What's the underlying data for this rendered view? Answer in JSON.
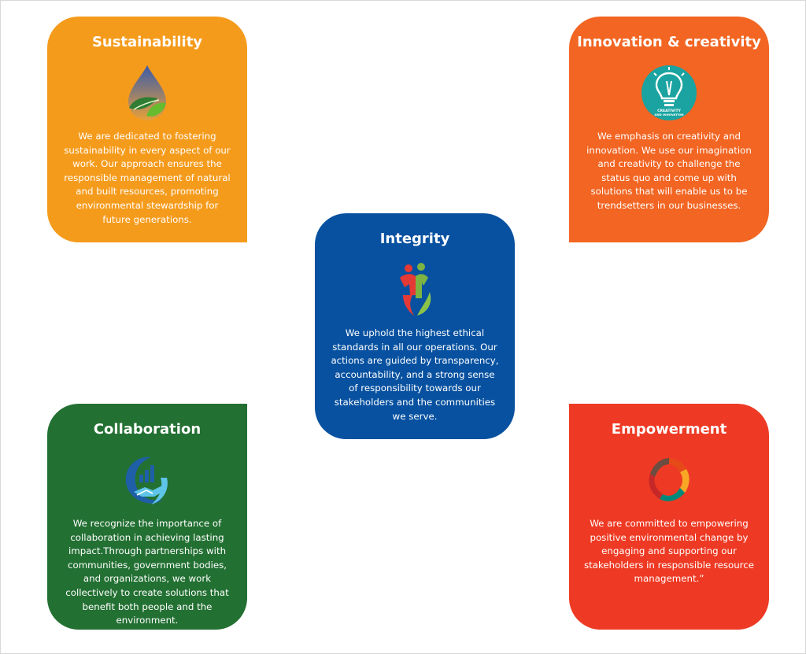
{
  "cards": [
    {
      "id": "sustainability",
      "title": "Sustainability",
      "icon": "water-drop-leaf-icon",
      "text": "We are dedicated to fostering sustainability in every aspect of our work. Our approach ensures the responsible management of natural and built resources, promoting environmental stewardship for future generations.",
      "color": "#f59b1c"
    },
    {
      "id": "innovation",
      "title": "Innovation & creativity",
      "icon": "lightbulb-icon",
      "icon_label": "CREATIVITY AND INNOVATION",
      "text": "We emphasis on creativity and innovation. We use our imagination and creativity to challenge the status quo and come up with solutions that will enable us to be trendsetters in our businesses.",
      "color": "#f26522"
    },
    {
      "id": "integrity",
      "title": "Integrity",
      "icon": "people-leaf-icon",
      "text": "We uphold the highest ethical standards in all our operations. Our actions are guided by transparency, accountability, and a strong sense of responsibility towards our stakeholders and the communities we serve.",
      "color": "#0751a0"
    },
    {
      "id": "collaboration",
      "title": "Collaboration",
      "icon": "handshake-chart-icon",
      "text": "We recognize the importance of collaboration in achieving lasting impact.Through partnerships with communities, government bodies, and organizations, we work collectively to create solutions that benefit both people and the environment.",
      "color": "#237033"
    },
    {
      "id": "empowerment",
      "title": "Empowerment",
      "icon": "circle-of-hands-icon",
      "text": "We are committed to empowering positive environmental change by engaging and supporting our stakeholders in responsible resource management.”",
      "color": "#ee3a24"
    }
  ]
}
